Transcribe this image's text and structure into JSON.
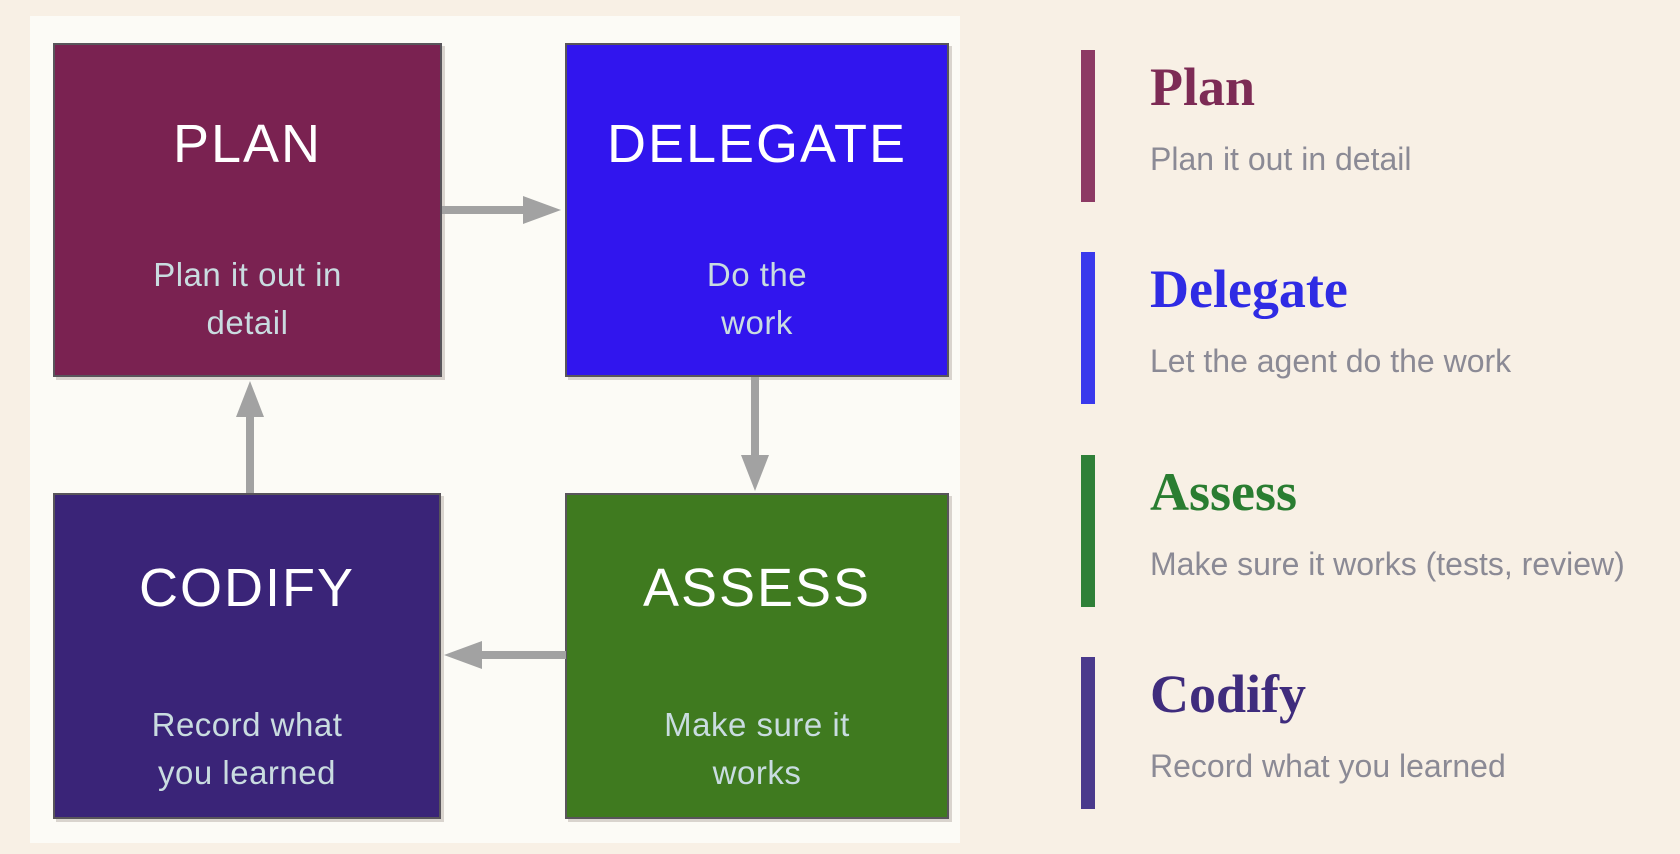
{
  "palette": {
    "page_background": "#F8F0E5",
    "canvas_background": "#FCFBF6",
    "arrow": "#A2A2A2",
    "node_border": "#59555B",
    "node_title_text": "#FFFFFF",
    "node_subtitle_text": "#C9DCE0",
    "legend_description_text": "#8B8A95"
  },
  "diagram": {
    "nodes": [
      {
        "id": "plan",
        "title": "PLAN",
        "subtitle": "Plan it out in\ndetail",
        "fill": "#7A2251"
      },
      {
        "id": "delegate",
        "title": "DELEGATE",
        "subtitle": "Do the\nwork",
        "fill": "#3115EE"
      },
      {
        "id": "assess",
        "title": "ASSESS",
        "subtitle": "Make sure it\nworks",
        "fill": "#3F7A1F"
      },
      {
        "id": "codify",
        "title": "CODIFY",
        "subtitle": "Record what\nyou learned",
        "fill": "#3A2478"
      }
    ],
    "edges": [
      {
        "from": "PLAN",
        "to": "DELEGATE",
        "direction": "right"
      },
      {
        "from": "DELEGATE",
        "to": "ASSESS",
        "direction": "down"
      },
      {
        "from": "ASSESS",
        "to": "CODIFY",
        "direction": "left"
      },
      {
        "from": "CODIFY",
        "to": "PLAN",
        "direction": "up"
      }
    ]
  },
  "legend": {
    "items": [
      {
        "title": "Plan",
        "description": "Plan it out in detail",
        "title_color": "#7D2B55",
        "bar_color": "#8D3A64"
      },
      {
        "title": "Delegate",
        "description": "Let the agent do the work",
        "title_color": "#2F2BE4",
        "bar_color": "#3A39EC"
      },
      {
        "title": "Assess",
        "description": "Make sure it works (tests, review)",
        "title_color": "#2A7D31",
        "bar_color": "#2F8038"
      },
      {
        "title": "Codify",
        "description": "Record what you learned",
        "title_color": "#3F2C7D",
        "bar_color": "#4A3A8C"
      }
    ]
  }
}
